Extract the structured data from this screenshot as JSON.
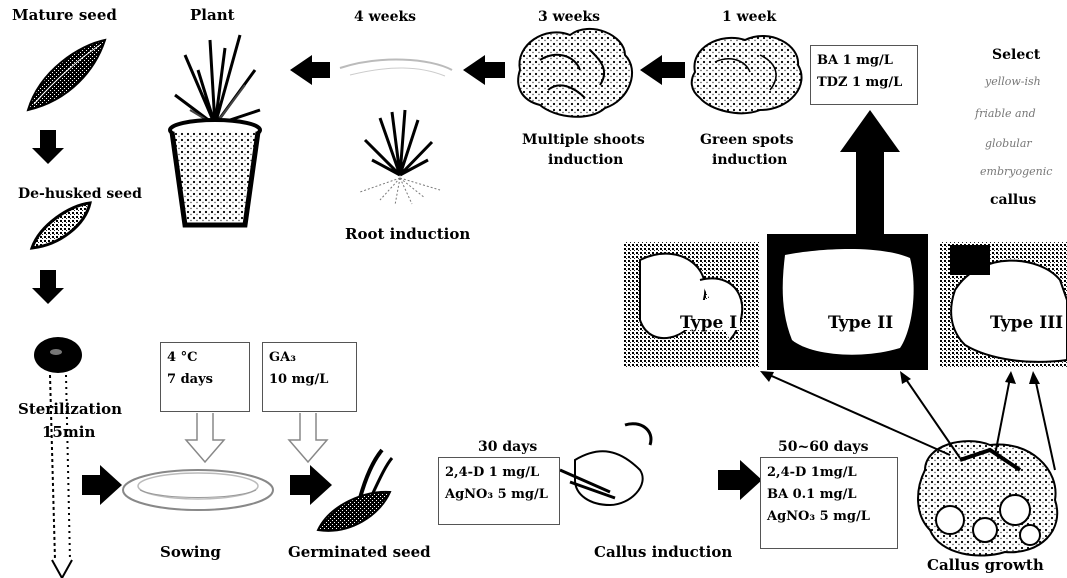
{
  "stages": {
    "mature_seed": "Mature seed",
    "plant": "Plant",
    "dehusked_seed": "De-husked seed",
    "sterilization": "Sterilization",
    "sterilization_time": "15min",
    "root_induction": "Root induction",
    "multiple_shoots_line1": "Multiple shoots",
    "multiple_shoots_line2": "induction",
    "green_spots_line1": "Green spots",
    "green_spots_line2": "induction",
    "sowing": "Sowing",
    "germinated_seed": "Germinated seed",
    "callus_induction": "Callus induction",
    "callus_growth": "Callus growth"
  },
  "durations": {
    "root_weeks": "4 weeks",
    "shoots_weeks": "3 weeks",
    "green_weeks": "1 week",
    "callus_induction_days": "30 days",
    "callus_growth_days": "50~60 days"
  },
  "boxes": {
    "cold": [
      "4 °C",
      "7 days"
    ],
    "ga": [
      "GA₃",
      "10 mg/L"
    ],
    "induction_medium": [
      "2,4-D 1 mg/L",
      "AgNO₃ 5 mg/L"
    ],
    "growth_medium": [
      "2,4-D 1mg/L",
      "BA 0.1 mg/L",
      "AgNO₃ 5 mg/L"
    ],
    "regeneration_medium": [
      "BA 1 mg/L",
      "TDZ 1 mg/L"
    ]
  },
  "select_note": {
    "title": "Select",
    "faint_lines": [
      "yellow-ish",
      "friable and",
      "globular",
      "embryogenic"
    ],
    "callus": "callus"
  },
  "callus_types": [
    "Type I",
    "Type II",
    "Type III"
  ]
}
